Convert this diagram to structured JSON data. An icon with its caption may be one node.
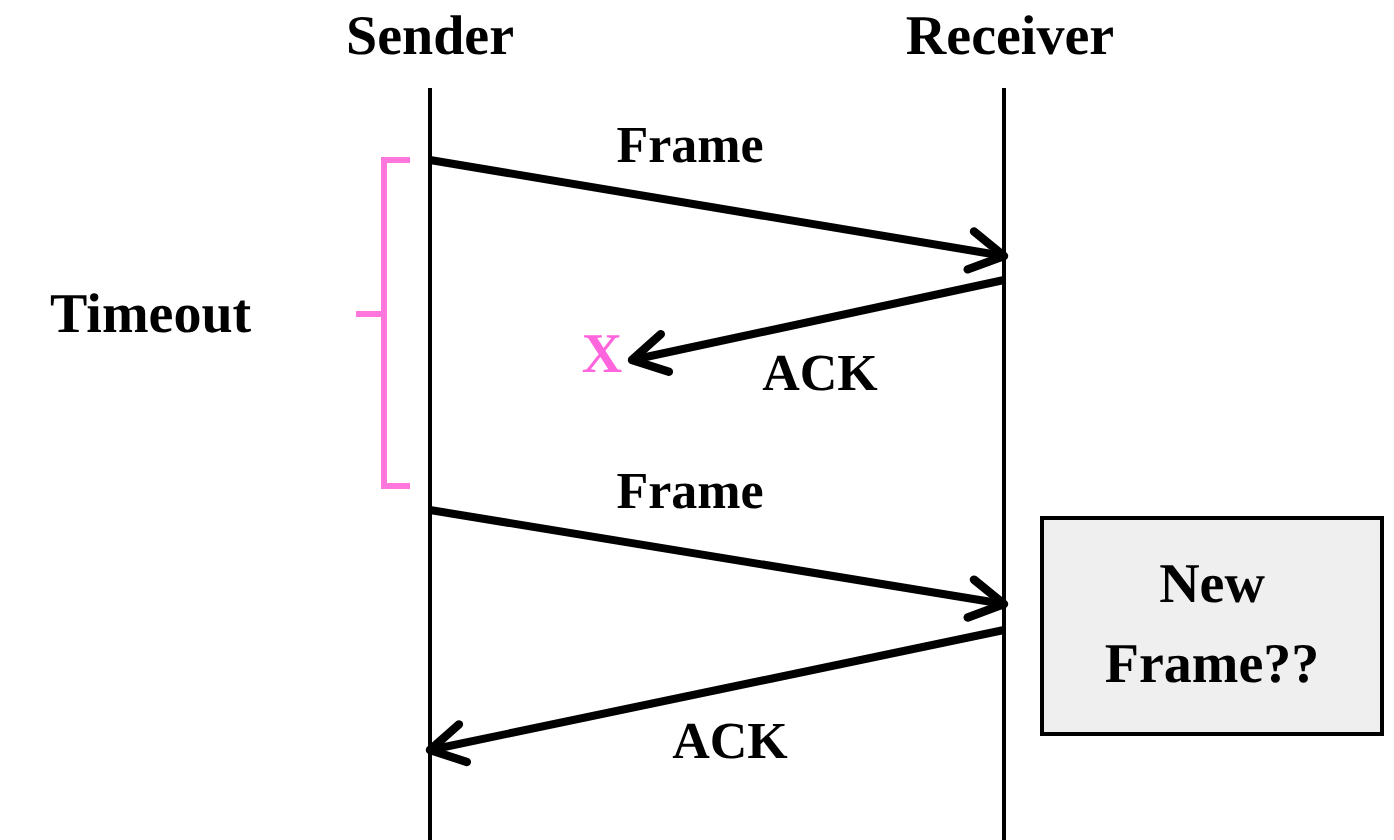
{
  "diagram": {
    "nodes": [
      {
        "text": [
          "Sender"
        ]
      },
      {
        "text": [
          "Receiver"
        ]
      },
      {
        "text": [
          "X"
        ]
      },
      {
        "text": [
          "New Frame??"
        ]
      }
    ],
    "edges": [
      {
        "from": 0,
        "to": 1,
        "arrow": "to",
        "label": "Frame"
      },
      {
        "from": 1,
        "to": 2,
        "arrow": "to",
        "label": "ACK"
      },
      {
        "from": 0,
        "to": 1,
        "arrow": "to",
        "label": "Frame"
      },
      {
        "from": 1,
        "to": 0,
        "arrow": "to",
        "label": "ACK"
      }
    ],
    "labels": [
      "Timeout"
    ]
  }
}
